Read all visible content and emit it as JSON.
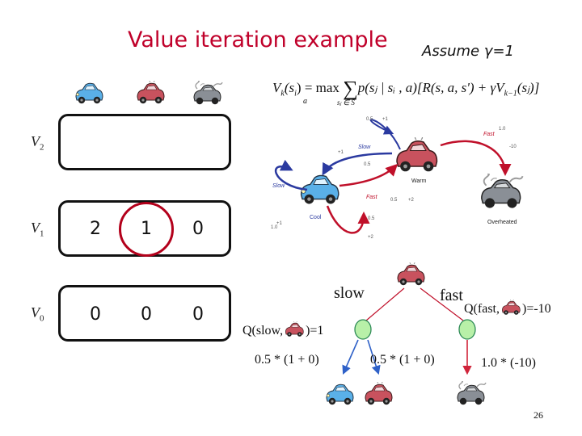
{
  "title": "Value iteration example",
  "assumption": "Assume γ=1",
  "state_icons": [
    "blue-car",
    "red-car",
    "gray-smoking-car"
  ],
  "rows": [
    {
      "label_main": "V",
      "label_sub": "2",
      "values": [
        "",
        "",
        ""
      ]
    },
    {
      "label_main": "V",
      "label_sub": "1",
      "values": [
        "2",
        "1",
        "0"
      ]
    },
    {
      "label_main": "V",
      "label_sub": "0",
      "values": [
        "0",
        "0",
        "0"
      ]
    }
  ],
  "equation": {
    "lhs": "V",
    "lhs_sub": "k",
    "arg": "(s",
    "arg_sub": "i",
    "eq": ") = max",
    "max_sub": "a",
    "sum_sub": "sⱼ ∈ S",
    "body": "p(sⱼ | sᵢ , a)[R(s, a, s') + γV",
    "body_sub": "k−1",
    "body_end": "(sⱼ)]"
  },
  "mdp": {
    "states": [
      "Cool",
      "Warm",
      "Overheated"
    ],
    "actions": [
      "Slow",
      "Fast"
    ],
    "labels": {
      "cool_slow_p": "1.0",
      "cool_slow_r": "+1",
      "cool_fast_p": "0.5",
      "cool_fast_r": "+2",
      "cool_fast_p2": "0.5",
      "cool_fast_r2": "+2",
      "warm_slow_p1": "0.5",
      "warm_slow_r1": "+1",
      "warm_slow_p2": "0.5",
      "warm_slow_r2": "+1",
      "warm_fast_p": "1.0",
      "warm_fast_r": "-10"
    }
  },
  "tree": {
    "action_slow": "slow",
    "action_fast": "fast",
    "q_slow_prefix": "Q(slow,",
    "q_slow_suffix": ")=1",
    "q_fast_prefix": "Q(fast,",
    "q_fast_suffix": ")=-10",
    "branch_1": "0.5 * (1 + 0)",
    "branch_2": "0.5 * (1 + 0)",
    "branch_3": "1.0 * (-10)"
  },
  "page_number": "26",
  "colors": {
    "title": "#c0002a",
    "highlight": "#b3001b",
    "chance_node": "#b8f0a8",
    "chance_stroke": "#2e8b57",
    "arrow_blue": "#2b3aa0",
    "arrow_red": "#c0102a"
  }
}
